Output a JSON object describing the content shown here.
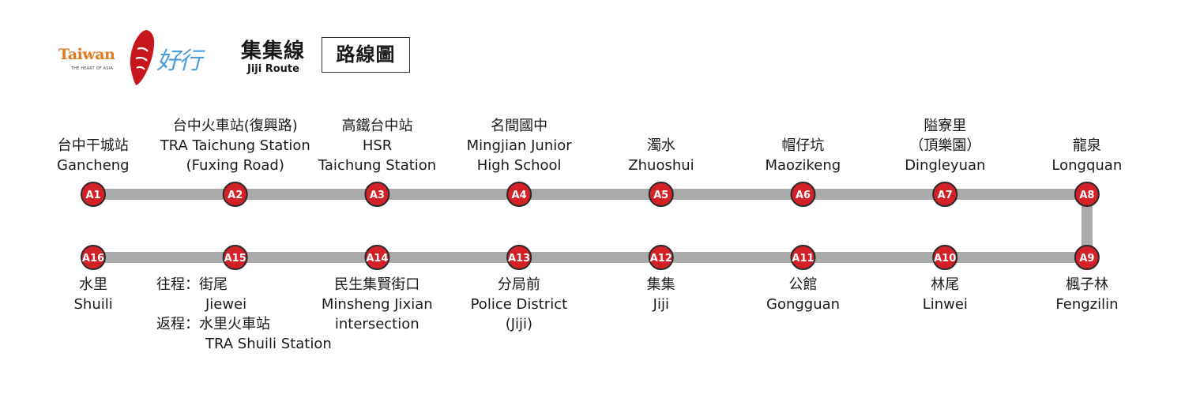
{
  "header": {
    "logo": {
      "brand": "Taiwan",
      "tagline": "THE HEART OF ASIA",
      "script": "好行"
    },
    "route_name_zh": "集集線",
    "route_name_en": "Jiji Route",
    "map_label": "路線圖"
  },
  "colors": {
    "line": "#aaaaaa",
    "station": "#d42027",
    "station_border": "#2a2a2a",
    "logo_red": "#c8161d",
    "logo_orange": "#e07a1f",
    "logo_blue": "#4a9ed6"
  },
  "stations": [
    {
      "code": "A1",
      "zh": [
        "台中干城站"
      ],
      "en": [
        "Gancheng"
      ]
    },
    {
      "code": "A2",
      "zh": [
        "台中火車站(復興路)"
      ],
      "en": [
        "TRA Taichung Station",
        "(Fuxing Road)"
      ]
    },
    {
      "code": "A3",
      "zh": [
        "高鐵台中站"
      ],
      "en": [
        "HSR",
        "Taichung Station"
      ]
    },
    {
      "code": "A4",
      "zh": [
        "名間國中"
      ],
      "en": [
        "Mingjian Junior",
        "High School"
      ]
    },
    {
      "code": "A5",
      "zh": [
        "濁水"
      ],
      "en": [
        "Zhuoshui"
      ]
    },
    {
      "code": "A6",
      "zh": [
        "帽仔坑"
      ],
      "en": [
        "Maozikeng"
      ]
    },
    {
      "code": "A7",
      "zh": [
        "隘寮里",
        "（頂樂園）"
      ],
      "en": [
        "Dingleyuan"
      ]
    },
    {
      "code": "A8",
      "zh": [
        "龍泉"
      ],
      "en": [
        "Longquan"
      ]
    },
    {
      "code": "A9",
      "zh": [
        "楓子林"
      ],
      "en": [
        "Fengzilin"
      ]
    },
    {
      "code": "A10",
      "zh": [
        "林尾"
      ],
      "en": [
        "Linwei"
      ]
    },
    {
      "code": "A11",
      "zh": [
        "公館"
      ],
      "en": [
        "Gongguan"
      ]
    },
    {
      "code": "A12",
      "zh": [
        "集集"
      ],
      "en": [
        "Jiji"
      ]
    },
    {
      "code": "A13",
      "zh": [
        "分局前"
      ],
      "en": [
        "Police District",
        "(Jiji)"
      ]
    },
    {
      "code": "A14",
      "zh": [
        "民生集賢街口"
      ],
      "en": [
        "Minsheng Jixian",
        "intersection"
      ]
    },
    {
      "code": "A15",
      "zh": [],
      "en": [],
      "lines": [
        "往程：街尾",
        "Jiewei",
        "返程：水里火車站",
        "TRA Shuili Station"
      ]
    },
    {
      "code": "A16",
      "zh": [
        "水里"
      ],
      "en": [
        "Shuili"
      ]
    }
  ]
}
